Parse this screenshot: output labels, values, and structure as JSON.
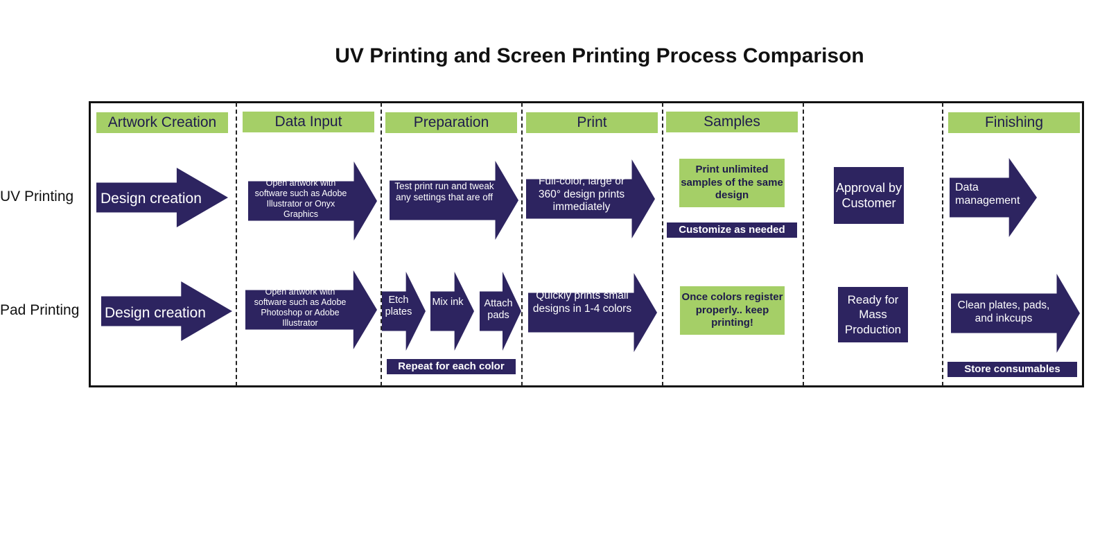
{
  "title": "UV Printing and Screen Printing Process Comparison",
  "headers": [
    "Artwork Creation",
    "Data Input",
    "Preparation",
    "Print",
    "Samples",
    "Finishing"
  ],
  "rows": {
    "uv": "UV Printing",
    "pad": "Pad Printing"
  },
  "uv": {
    "design": "Design creation",
    "data_input": "Open artwork with software such as Adobe Illustrator or Onyx Graphics",
    "preparation": "Test print run and tweak any settings that are off",
    "print": "Full-color, large or 360° design prints immediately",
    "samples": "Print unlimited samples of the same design",
    "customize": "Customize as needed",
    "approval": "Approval by Customer",
    "finishing": "Data management"
  },
  "pad": {
    "design": "Design creation",
    "data_input": "Open artwork with software such as Adobe Photoshop or Adobe Illustrator",
    "etch": "Etch plates",
    "mix": "Mix ink",
    "attach": "Attach pads",
    "repeat": "Repeat for each color",
    "print": "Quickly prints small designs in 1-4 colors",
    "samples": "Once colors register properly.. keep printing!",
    "mass": "Ready for Mass Production",
    "finishing": "Clean plates, pads, and inkcups",
    "store": "Store consumables"
  },
  "colors": {
    "navy": "#2d2460",
    "green": "#a5cf67",
    "border": "#111111"
  }
}
